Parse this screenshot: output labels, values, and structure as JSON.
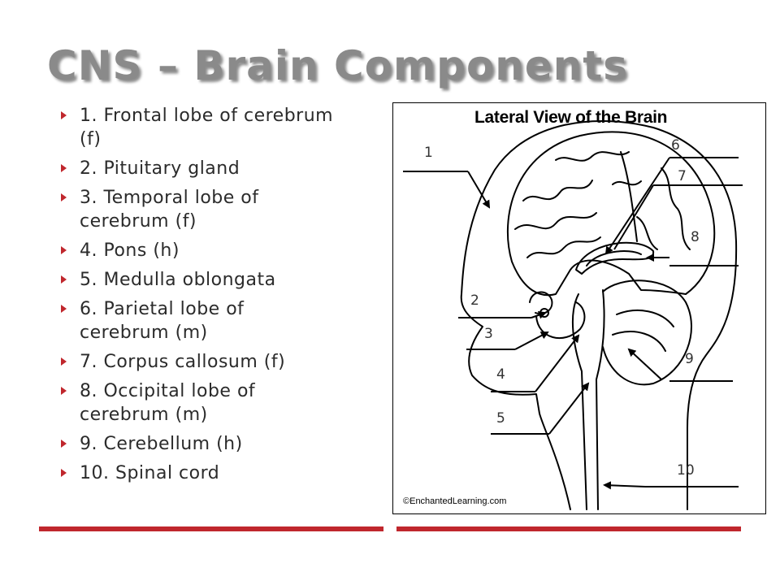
{
  "slide": {
    "title": "CNS – Brain Components"
  },
  "bullets": [
    "1. Frontal lobe of cerebrum (f)",
    "2. Pituitary gland",
    "3. Temporal lobe of cerebrum (f)",
    "4. Pons (h)",
    "5. Medulla oblongata",
    "6. Parietal lobe of cerebrum (m)",
    "7. Corpus callosum (f)",
    "8. Occipital lobe of cerebrum (m)",
    "9. Cerebellum (h)",
    "10. Spinal cord"
  ],
  "figure": {
    "title": "Lateral View of the Brain",
    "copyright": "©EnchantedLearning.com",
    "labels": [
      "1",
      "2",
      "3",
      "4",
      "5",
      "6",
      "7",
      "8",
      "9",
      "10"
    ]
  },
  "colors": {
    "accent": "#c0272d",
    "title": "#8a8a8a"
  }
}
